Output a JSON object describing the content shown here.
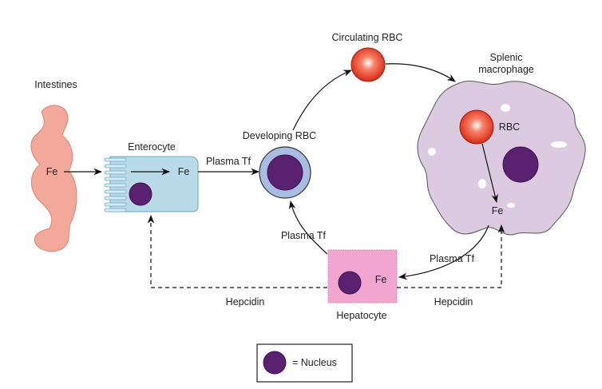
{
  "labels": {
    "intestines": "Intestines",
    "fe_intestine": "Fe",
    "enterocyte": "Enterocyte",
    "fe_enterocyte": "Fe",
    "plasma_tf_top": "Plasma Tf",
    "developing_rbc": "Developing RBC",
    "circulating_rbc": "Circulating RBC",
    "splenic_line1": "Splenic",
    "splenic_line2": "macrophage",
    "rbc_in_macrophage": "RBC",
    "fe_macrophage": "Fe",
    "plasma_tf_right": "Plasma Tf",
    "plasma_tf_left": "Plasma Tf",
    "fe_hepatocyte": "Fe",
    "hepatocyte": "Hepatocyte",
    "hepcidin_left": "Hepcidin",
    "hepcidin_right": "Hepcidin"
  },
  "legend": {
    "nucleus": "= Nucleus"
  },
  "colors": {
    "intestine": "#f2a99a",
    "enterocyte": "#b9dbe9",
    "developing_rbc_ring": "#a9bde3",
    "nucleus": "#5a2170",
    "rbc": "#e8321d",
    "macrophage": "#dccbe0",
    "hepatocyte": "#f2a6cf"
  }
}
